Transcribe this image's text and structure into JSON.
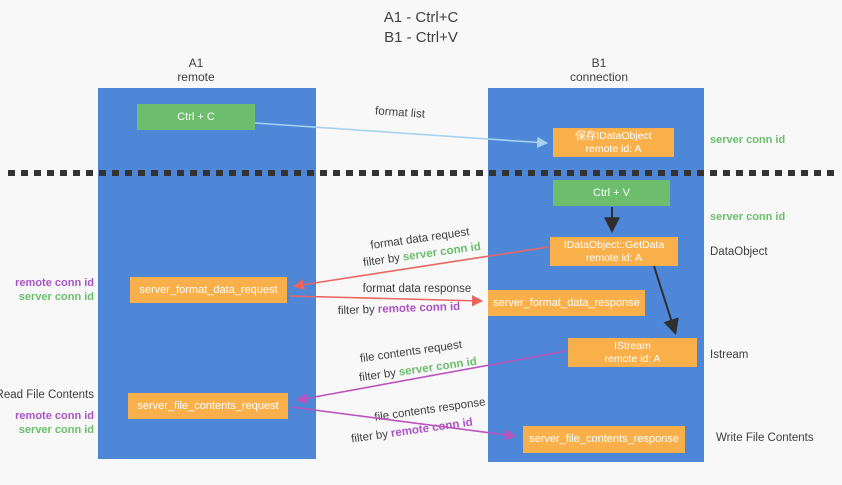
{
  "title": {
    "line1": "A1 - Ctrl+C",
    "line2": "B1 - Ctrl+V"
  },
  "columns": {
    "a1": {
      "name": "A1",
      "subtitle": "remote"
    },
    "b1": {
      "name": "B1",
      "subtitle": "connection"
    }
  },
  "nodes": {
    "ctrl_c": "Ctrl + C",
    "ctrl_v": "Ctrl + V",
    "save_idataobject": {
      "line1": "保存IDataObject",
      "line2": "remote id: A"
    },
    "getdata": {
      "line1": "IDataObject::GetData",
      "line2": "remote id: A"
    },
    "istream": {
      "line1": "IStream",
      "line2": "remote id: A"
    },
    "format_request": "server_format_data_request",
    "format_response": "server_format_data_response",
    "file_request": "server_file_contents_request",
    "file_response": "server_file_contents_response"
  },
  "arrow_labels": {
    "format_list": "format list",
    "format_data_request": "format data request",
    "format_data_response": "format data response",
    "file_contents_request": "file contents request",
    "file_contents_response": "file contents response",
    "filter_by": "filter by",
    "server_conn_id": "server conn id",
    "remote_conn_id": "remote conn id"
  },
  "side_labels": {
    "remote_conn_id": "remote conn id",
    "server_conn_id": "server conn id",
    "read_file_contents": "Read File Contents",
    "write_file_contents": "Write File Contents",
    "dataobject": "DataObject",
    "istream": "Istream"
  },
  "colors": {
    "column_blue": "#4e86d8",
    "node_green": "#6cbe6c",
    "node_orange": "#f9b04b",
    "arrow_light_blue": "#a6d2f0",
    "arrow_red": "#ea6560",
    "arrow_magenta": "#bb54bd",
    "arrow_black": "#2e2e2e",
    "text_green": "#6cbe6c",
    "text_purple": "#ab53c6",
    "text_dark": "#3d3d3d"
  }
}
